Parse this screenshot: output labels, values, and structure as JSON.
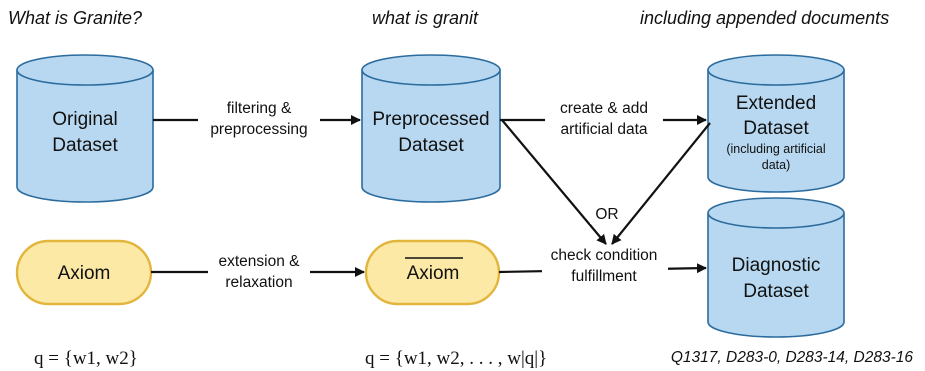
{
  "captions": {
    "left": "What is Granite?",
    "middle": "what is granit",
    "right": "including appended documents"
  },
  "nodes": {
    "original": {
      "line1": "Original",
      "line2": "Dataset"
    },
    "preprocessed": {
      "line1": "Preprocessed",
      "line2": "Dataset"
    },
    "extended": {
      "line1": "Extended",
      "line2": "Dataset",
      "note1": "(including artificial",
      "note2": "data)"
    },
    "diagnostic": {
      "line1": "Diagnostic",
      "line2": "Dataset"
    },
    "axiom": {
      "label": "Axiom"
    },
    "axiom_relaxed": {
      "label": "Axiom"
    }
  },
  "edges": {
    "filtering": {
      "line1": "filtering &",
      "line2": "preprocessing"
    },
    "create": {
      "line1": "create & add",
      "line2": "artificial data"
    },
    "or": {
      "label": "OR"
    },
    "extension": {
      "line1": "extension &",
      "line2": "relaxation"
    },
    "check": {
      "line1": "check condition",
      "line2": "fulfillment"
    }
  },
  "queries": {
    "left": "q = {w1, w2}",
    "middle": "q = {w1, w2, . . . , w|q|}"
  },
  "doc_ids": "Q1317, D283-0, D283-14, D283-16",
  "colors": {
    "cylinder_fill": "#b7d8f0",
    "cylinder_stroke": "#2b6b9e",
    "axiom_fill": "#fde9a6",
    "axiom_stroke": "#e2b53c"
  }
}
